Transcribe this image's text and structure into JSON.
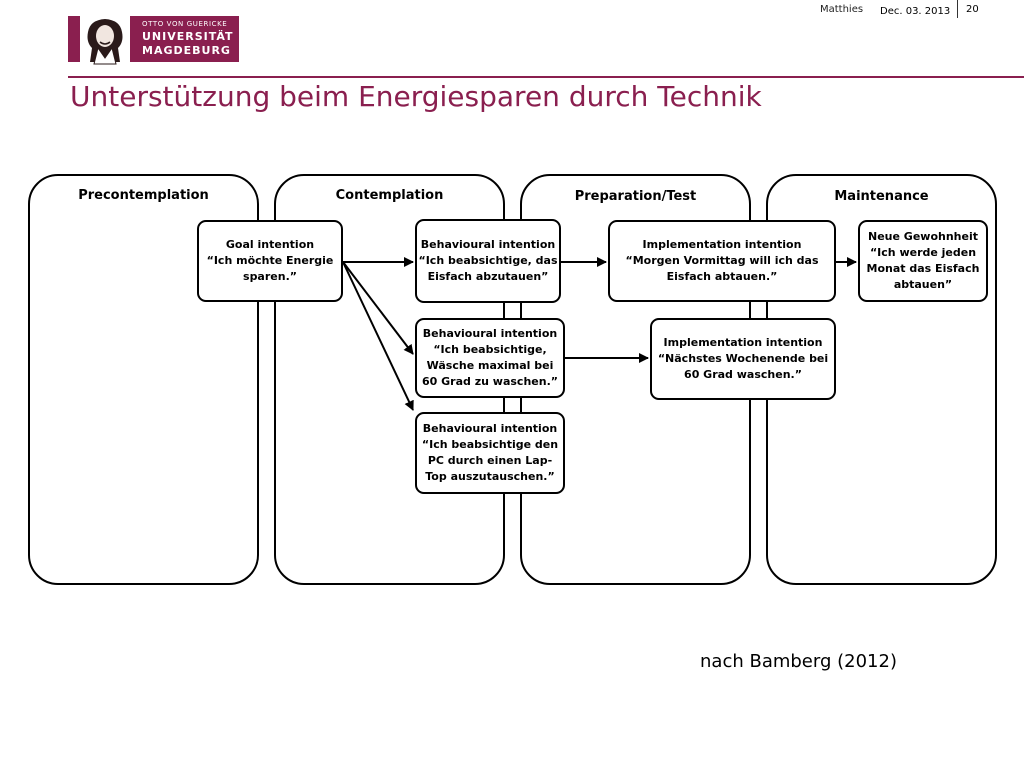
{
  "header": {
    "logo": {
      "line1": "OTTO VON GUERICKE",
      "line2": "UNIVERSITÄT",
      "line3": "MAGDEBURG"
    },
    "author": "Matthies",
    "date": "Dec. 03. 2013",
    "page_number": "20"
  },
  "title": "Unterstützung beim Energiesparen durch Technik",
  "stages": [
    {
      "label": "Precontemplation"
    },
    {
      "label": "Contemplation"
    },
    {
      "label": "Preparation/Test"
    },
    {
      "label": "Maintenance"
    }
  ],
  "boxes": {
    "goal": {
      "lines": [
        "Goal intention",
        "“Ich möchte  Energie",
        "sparen.”"
      ]
    },
    "behav1": {
      "lines": [
        "Behavioural intention",
        "“Ich beabsichtige, das",
        "Eisfach abzutauen”"
      ]
    },
    "behav2": {
      "lines": [
        "Behavioural intention",
        "“Ich beabsichtige,",
        "Wäsche maximal bei",
        "60 Grad zu waschen.”"
      ]
    },
    "behav3": {
      "lines": [
        "Behavioural intention",
        "“Ich beabsichtige den",
        "PC durch einen Lap-",
        "Top auszutauschen.”"
      ]
    },
    "impl1": {
      "lines": [
        "Implementation  intention",
        "“Morgen  Vormittag will ich das",
        "Eisfach abtauen.”"
      ]
    },
    "impl2": {
      "lines": [
        "Implementation  intention",
        "“Nächstes Wochenende bei",
        "60 Grad waschen.”"
      ]
    },
    "habit": {
      "lines": [
        "Neue Gewohnheit",
        "“Ich werde jeden",
        "Monat das Eisfach",
        "abtauen”"
      ]
    }
  },
  "citation": "nach Bamberg (2012)",
  "colors": {
    "brand": "#8a1f4f",
    "line": "#000000"
  }
}
